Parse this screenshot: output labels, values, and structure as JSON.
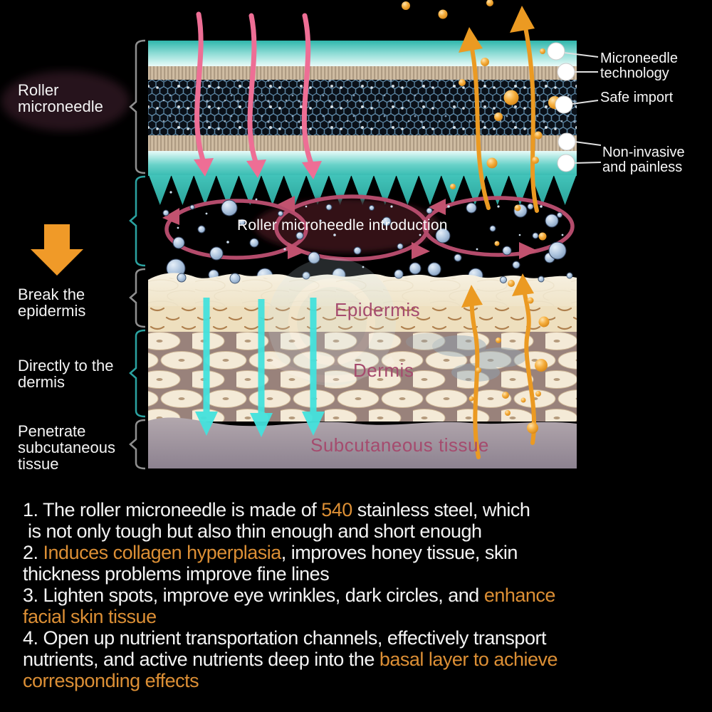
{
  "left_panel": {
    "roller_label": "Roller microneedle",
    "steps": [
      {
        "label": "Break the epidermis"
      },
      {
        "label": "Directly to the dermis"
      },
      {
        "label": "Penetrate subcutaneous tissue"
      }
    ]
  },
  "right_panel": {
    "callouts": [
      {
        "label": "Microneedle technology"
      },
      {
        "label": "Safe import"
      },
      {
        "label": "Non-invasive and painless"
      }
    ]
  },
  "diagram_labels": {
    "introduction": "Roller microneedle introduction",
    "epidermis": "Epidermis",
    "dermis": "Dermis",
    "subcutaneous": "Subcutaneous tissue"
  },
  "features": {
    "lines": [
      {
        "segments": [
          {
            "text": "1. The roller microneedle is made of ",
            "color": "white"
          },
          {
            "text": "540",
            "color": "orange"
          },
          {
            "text": " stainless steel, which",
            "color": "white"
          }
        ]
      },
      {
        "segments": [
          {
            "text": " is not only tough but also thin enough and short enough",
            "color": "white"
          }
        ]
      },
      {
        "segments": [
          {
            "text": "2. ",
            "color": "white"
          },
          {
            "text": "Induces collagen hyperplasia",
            "color": "orange"
          },
          {
            "text": ", improves honey tissue, skin",
            "color": "white"
          }
        ]
      },
      {
        "segments": [
          {
            "text": "thickness problems improve fine lines",
            "color": "white"
          }
        ]
      },
      {
        "segments": [
          {
            "text": "3. Lighten spots, improve eye wrinkles, dark circles, and ",
            "color": "white"
          },
          {
            "text": "enhance",
            "color": "orange"
          }
        ]
      },
      {
        "segments": [
          {
            "text": "facial skin tissue",
            "color": "orange"
          }
        ]
      },
      {
        "segments": [
          {
            "text": "4. Open up nutrient transportation channels, effectively transport",
            "color": "white"
          }
        ]
      },
      {
        "segments": [
          {
            "text": "nutrients, and active nutrients deep into the ",
            "color": "white"
          },
          {
            "text": "basal layer to achieve",
            "color": "orange"
          }
        ]
      },
      {
        "segments": [
          {
            "text": "corresponding effects",
            "color": "orange"
          }
        ]
      }
    ]
  },
  "icons": {
    "down_block_arrow": "orange-down-block-arrow",
    "needle_arrows": "pink-needle-arrow",
    "flow_loops": "pink-flow-loop",
    "penetration_arrows": "cyan-penetration-arrow",
    "nutrient_arrows": "orange-nutrient-arrow",
    "callout_dots": "white-callout-dot",
    "section_brackets": "section-bracket"
  },
  "colors": {
    "background": "#000000",
    "accent_orange": "#f09a28",
    "text_orange": "#dc8f35",
    "teal": "#46c6bc",
    "pink_arrow": "#ee6e95",
    "flow_pink": "#b34b6b",
    "layer_label_pink": "#a54b6e",
    "cyan_arrow": "#44e2dd",
    "callout_dot": "#ffffff"
  }
}
